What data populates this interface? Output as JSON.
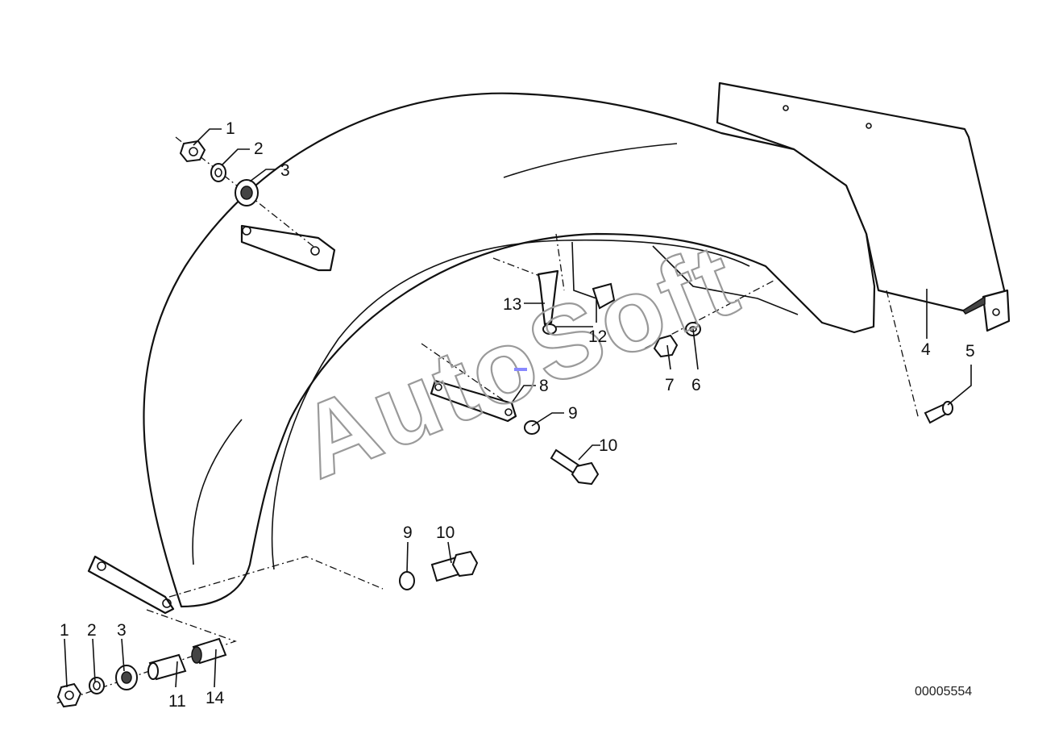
{
  "diagram": {
    "watermark": "AutoSoft",
    "reference_number": "00005554",
    "callouts": {
      "c1_top": "1",
      "c2_top": "2",
      "c3_top": "3",
      "c4": "4",
      "c5": "5",
      "c6": "6",
      "c7": "7",
      "c8": "8",
      "c9_mid": "9",
      "c10_mid": "10",
      "c9_low": "9",
      "c10_low": "10",
      "c12": "12",
      "c13": "13",
      "c1_bot": "1",
      "c2_bot": "2",
      "c3_bot": "3",
      "c11": "11",
      "c14": "14"
    }
  }
}
